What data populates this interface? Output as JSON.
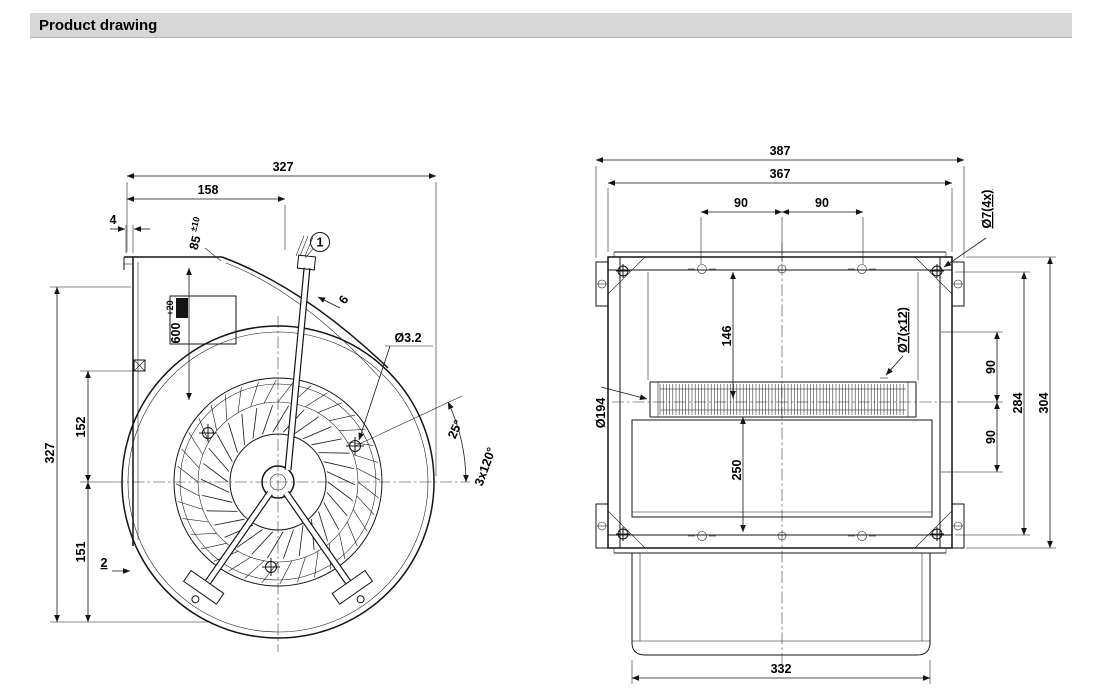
{
  "header": {
    "title": "Product drawing"
  },
  "left_view": {
    "dims": {
      "total_width": "327",
      "outlet_width": "158",
      "flange_offset": "4",
      "outlet_height": "85",
      "outlet_height_tol": "±10",
      "cable_length": "600",
      "cable_length_tol": "+20",
      "total_height": "327",
      "upper_height": "152",
      "lower_height": "151",
      "plate_thickness": "2",
      "hole_diameter": "Ø3.2",
      "hole_angle": "25°",
      "hole_pattern": "3x120°",
      "callout_number": "1",
      "cable_diameter": "6"
    }
  },
  "right_view": {
    "dims": {
      "overall_width": "387",
      "flange_width": "367",
      "hole_pitch_left": "90",
      "hole_pitch_right": "90",
      "corner_holes": "Ø7(4x)",
      "panel_holes": "Ø7(x12)",
      "top_to_center": "146",
      "side_pitch_upper": "90",
      "side_pitch_lower": "90",
      "inner_height": "284",
      "overall_height": "304",
      "inlet_diameter": "Ø194",
      "drum_visible_height": "250",
      "drum_width": "332"
    }
  }
}
